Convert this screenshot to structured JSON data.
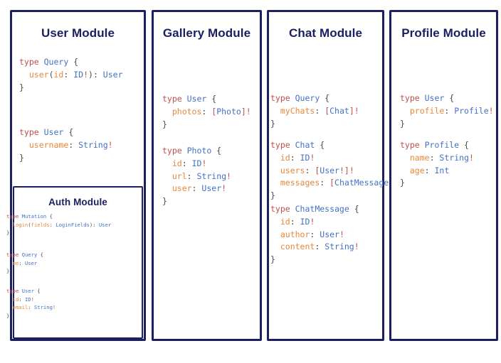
{
  "theme": {
    "border_color": "#1d2060",
    "title_color": "#1d2060",
    "background": "#ffffff",
    "keyword_color": "#c0504d",
    "typename_color": "#4472c4",
    "field_color": "#e8883a",
    "punctuation_color": "#4b4b4b"
  },
  "panels": {
    "user": {
      "title": "User Module",
      "code_blocks": [
        {
          "lines": [
            [
              {
                "t": "type ",
                "c": "k"
              },
              {
                "t": "Query",
                "c": "tn"
              },
              {
                "t": " {",
                "c": "p"
              }
            ],
            [
              {
                "t": "  ",
                "c": "p"
              },
              {
                "t": "user",
                "c": "f"
              },
              {
                "t": "(",
                "c": "p"
              },
              {
                "t": "id",
                "c": "f"
              },
              {
                "t": ": ",
                "c": "p"
              },
              {
                "t": "ID",
                "c": "tn"
              },
              {
                "t": "!",
                "c": "b"
              },
              {
                "t": "): ",
                "c": "p"
              },
              {
                "t": "User",
                "c": "tn"
              }
            ],
            [
              {
                "t": "}",
                "c": "p"
              }
            ]
          ]
        },
        {
          "lines": [
            [
              {
                "t": "type ",
                "c": "k"
              },
              {
                "t": "User",
                "c": "tn"
              },
              {
                "t": " {",
                "c": "p"
              }
            ],
            [
              {
                "t": "  ",
                "c": "p"
              },
              {
                "t": "username",
                "c": "f"
              },
              {
                "t": ": ",
                "c": "p"
              },
              {
                "t": "String",
                "c": "tn"
              },
              {
                "t": "!",
                "c": "b"
              }
            ],
            [
              {
                "t": "}",
                "c": "p"
              }
            ]
          ]
        }
      ]
    },
    "auth": {
      "title": "Auth Module",
      "code_blocks": [
        {
          "lines": [
            [
              {
                "t": "type ",
                "c": "k"
              },
              {
                "t": "Mutation",
                "c": "tn"
              },
              {
                "t": " {",
                "c": "p"
              }
            ],
            [
              {
                "t": "  ",
                "c": "p"
              },
              {
                "t": "login",
                "c": "f"
              },
              {
                "t": "(",
                "c": "p"
              },
              {
                "t": "fields",
                "c": "f"
              },
              {
                "t": ": ",
                "c": "p"
              },
              {
                "t": "LoginFields",
                "c": "tn"
              },
              {
                "t": "): ",
                "c": "p"
              },
              {
                "t": "User",
                "c": "tn"
              }
            ],
            [
              {
                "t": "}",
                "c": "p"
              }
            ]
          ]
        },
        {
          "lines": [
            [
              {
                "t": "type ",
                "c": "k"
              },
              {
                "t": "Query",
                "c": "tn"
              },
              {
                "t": " {",
                "c": "p"
              }
            ],
            [
              {
                "t": "  ",
                "c": "p"
              },
              {
                "t": "me",
                "c": "f"
              },
              {
                "t": ": ",
                "c": "p"
              },
              {
                "t": "User",
                "c": "tn"
              }
            ],
            [
              {
                "t": "}",
                "c": "p"
              }
            ]
          ]
        },
        {
          "lines": [
            [
              {
                "t": "type ",
                "c": "k"
              },
              {
                "t": "User",
                "c": "tn"
              },
              {
                "t": " {",
                "c": "p"
              }
            ],
            [
              {
                "t": "  ",
                "c": "p"
              },
              {
                "t": "id",
                "c": "f"
              },
              {
                "t": ": ",
                "c": "p"
              },
              {
                "t": "ID",
                "c": "tn"
              },
              {
                "t": "!",
                "c": "b"
              }
            ],
            [
              {
                "t": "  ",
                "c": "p"
              },
              {
                "t": "email",
                "c": "f"
              },
              {
                "t": ": ",
                "c": "p"
              },
              {
                "t": "String",
                "c": "tn"
              },
              {
                "t": "!",
                "c": "b"
              }
            ],
            [
              {
                "t": "}",
                "c": "p"
              }
            ]
          ]
        }
      ]
    },
    "gallery": {
      "title": "Gallery Module",
      "code_blocks": [
        {
          "lines": [
            [
              {
                "t": "type ",
                "c": "k"
              },
              {
                "t": "User",
                "c": "tn"
              },
              {
                "t": " {",
                "c": "p"
              }
            ],
            [
              {
                "t": "  ",
                "c": "p"
              },
              {
                "t": "photos",
                "c": "f"
              },
              {
                "t": ": ",
                "c": "p"
              },
              {
                "t": "[",
                "c": "b"
              },
              {
                "t": "Photo",
                "c": "tn"
              },
              {
                "t": "]",
                "c": "b"
              },
              {
                "t": "!",
                "c": "b"
              }
            ],
            [
              {
                "t": "}",
                "c": "p"
              }
            ]
          ]
        },
        {
          "lines": [
            [
              {
                "t": "type ",
                "c": "k"
              },
              {
                "t": "Photo",
                "c": "tn"
              },
              {
                "t": " {",
                "c": "p"
              }
            ],
            [
              {
                "t": "  ",
                "c": "p"
              },
              {
                "t": "id",
                "c": "f"
              },
              {
                "t": ": ",
                "c": "p"
              },
              {
                "t": "ID",
                "c": "tn"
              },
              {
                "t": "!",
                "c": "b"
              }
            ],
            [
              {
                "t": "  ",
                "c": "p"
              },
              {
                "t": "url",
                "c": "f"
              },
              {
                "t": ": ",
                "c": "p"
              },
              {
                "t": "String",
                "c": "tn"
              },
              {
                "t": "!",
                "c": "b"
              }
            ],
            [
              {
                "t": "  ",
                "c": "p"
              },
              {
                "t": "user",
                "c": "f"
              },
              {
                "t": ": ",
                "c": "p"
              },
              {
                "t": "User",
                "c": "tn"
              },
              {
                "t": "!",
                "c": "b"
              }
            ],
            [
              {
                "t": "}",
                "c": "p"
              }
            ]
          ]
        }
      ]
    },
    "chat": {
      "title": "Chat Module",
      "code_blocks": [
        {
          "lines": [
            [
              {
                "t": "type ",
                "c": "k"
              },
              {
                "t": "Query",
                "c": "tn"
              },
              {
                "t": " {",
                "c": "p"
              }
            ],
            [
              {
                "t": "  ",
                "c": "p"
              },
              {
                "t": "myChats",
                "c": "f"
              },
              {
                "t": ": ",
                "c": "p"
              },
              {
                "t": "[",
                "c": "b"
              },
              {
                "t": "Chat",
                "c": "tn"
              },
              {
                "t": "]",
                "c": "b"
              },
              {
                "t": "!",
                "c": "b"
              }
            ],
            [
              {
                "t": "}",
                "c": "p"
              }
            ]
          ]
        },
        {
          "lines": [
            [
              {
                "t": "type ",
                "c": "k"
              },
              {
                "t": "Chat",
                "c": "tn"
              },
              {
                "t": " {",
                "c": "p"
              }
            ],
            [
              {
                "t": "  ",
                "c": "p"
              },
              {
                "t": "id",
                "c": "f"
              },
              {
                "t": ": ",
                "c": "p"
              },
              {
                "t": "ID",
                "c": "tn"
              },
              {
                "t": "!",
                "c": "b"
              }
            ],
            [
              {
                "t": "  ",
                "c": "p"
              },
              {
                "t": "users",
                "c": "f"
              },
              {
                "t": ": ",
                "c": "p"
              },
              {
                "t": "[",
                "c": "b"
              },
              {
                "t": "User",
                "c": "tn"
              },
              {
                "t": "!]",
                "c": "b"
              },
              {
                "t": "!",
                "c": "b"
              }
            ],
            [
              {
                "t": "  ",
                "c": "p"
              },
              {
                "t": "messages",
                "c": "f"
              },
              {
                "t": ": ",
                "c": "p"
              },
              {
                "t": "[",
                "c": "b"
              },
              {
                "t": "ChatMessage",
                "c": "tn"
              },
              {
                "t": "]",
                "c": "b"
              },
              {
                "t": "!",
                "c": "b"
              }
            ],
            [
              {
                "t": "}",
                "c": "p"
              }
            ]
          ]
        },
        {
          "lines": [
            [
              {
                "t": "type ",
                "c": "k"
              },
              {
                "t": "ChatMessage",
                "c": "tn"
              },
              {
                "t": " {",
                "c": "p"
              }
            ],
            [
              {
                "t": "  ",
                "c": "p"
              },
              {
                "t": "id",
                "c": "f"
              },
              {
                "t": ": ",
                "c": "p"
              },
              {
                "t": "ID",
                "c": "tn"
              },
              {
                "t": "!",
                "c": "b"
              }
            ],
            [
              {
                "t": "  ",
                "c": "p"
              },
              {
                "t": "author",
                "c": "f"
              },
              {
                "t": ": ",
                "c": "p"
              },
              {
                "t": "User",
                "c": "tn"
              },
              {
                "t": "!",
                "c": "b"
              }
            ],
            [
              {
                "t": "  ",
                "c": "p"
              },
              {
                "t": "content",
                "c": "f"
              },
              {
                "t": ": ",
                "c": "p"
              },
              {
                "t": "String",
                "c": "tn"
              },
              {
                "t": "!",
                "c": "b"
              }
            ],
            [
              {
                "t": "}",
                "c": "p"
              }
            ]
          ]
        }
      ]
    },
    "profile": {
      "title": "Profile Module",
      "code_blocks": [
        {
          "lines": [
            [
              {
                "t": "type ",
                "c": "k"
              },
              {
                "t": "User",
                "c": "tn"
              },
              {
                "t": " {",
                "c": "p"
              }
            ],
            [
              {
                "t": "  ",
                "c": "p"
              },
              {
                "t": "profile",
                "c": "f"
              },
              {
                "t": ": ",
                "c": "p"
              },
              {
                "t": "Profile",
                "c": "tn"
              },
              {
                "t": "!",
                "c": "b"
              }
            ],
            [
              {
                "t": "}",
                "c": "p"
              }
            ]
          ]
        },
        {
          "lines": [
            [
              {
                "t": "type ",
                "c": "k"
              },
              {
                "t": "Profile",
                "c": "tn"
              },
              {
                "t": " {",
                "c": "p"
              }
            ],
            [
              {
                "t": "  ",
                "c": "p"
              },
              {
                "t": "name",
                "c": "f"
              },
              {
                "t": ": ",
                "c": "p"
              },
              {
                "t": "String",
                "c": "tn"
              },
              {
                "t": "!",
                "c": "b"
              }
            ],
            [
              {
                "t": "  ",
                "c": "p"
              },
              {
                "t": "age",
                "c": "f"
              },
              {
                "t": ": ",
                "c": "p"
              },
              {
                "t": "Int",
                "c": "tn"
              }
            ],
            [
              {
                "t": "}",
                "c": "p"
              }
            ]
          ]
        }
      ]
    }
  }
}
